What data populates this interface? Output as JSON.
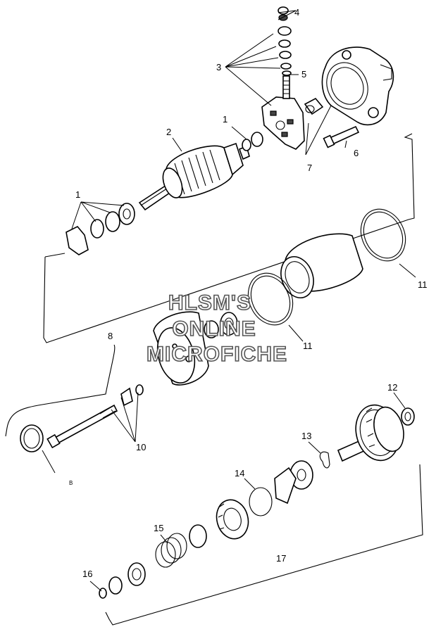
{
  "callouts": {
    "c1a": "1",
    "c1b": "1",
    "c2": "2",
    "c3": "3",
    "c4": "4",
    "c5": "5",
    "c6": "6",
    "c7": "7",
    "c8": "8",
    "c10": "10",
    "c11a": "11",
    "c11b": "11",
    "c12": "12",
    "c13": "13",
    "c14": "14",
    "c15": "15",
    "c16": "16",
    "c17": "17"
  },
  "watermark": {
    "line1": "HLSM'S",
    "line2": "ONLINE",
    "line3": "MICROFICHE"
  },
  "note": {
    "small_mark": "B"
  },
  "colors": {
    "ink": "#000000",
    "paper": "#ffffff",
    "watermark_outline": "#555555"
  }
}
